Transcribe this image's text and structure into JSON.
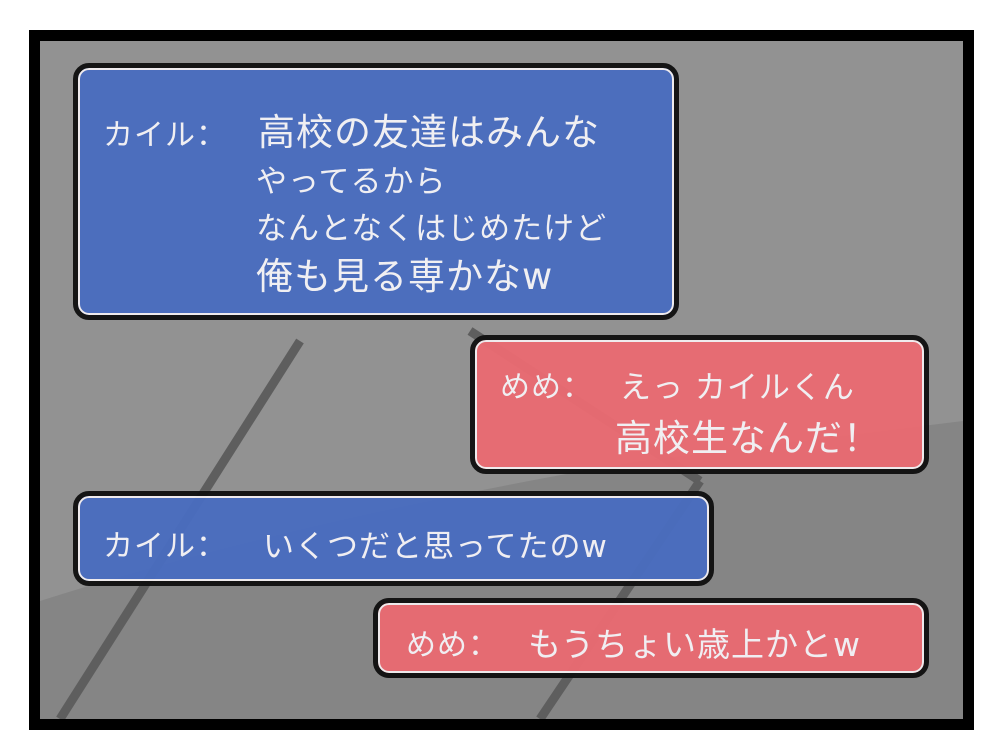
{
  "colors": {
    "panel_background": "#929292",
    "panel_border": "#000000",
    "kyle_bubble": "#4a6dbf",
    "meme_bubble": "#e96b72",
    "text": "#f4f2f6"
  },
  "messages": [
    {
      "speaker": "カイル：",
      "side": "left",
      "color": "blue",
      "lines": [
        "高校の友達はみんな",
        "やってるから",
        "なんとなくはじめたけど",
        "俺も見る専かなw"
      ]
    },
    {
      "speaker": "めめ：",
      "side": "right",
      "color": "red",
      "lines": [
        "えっ カイルくん",
        "高校生なんだ！"
      ]
    },
    {
      "speaker": "カイル：",
      "side": "left",
      "color": "blue",
      "lines": [
        "いくつだと思ってたのw"
      ]
    },
    {
      "speaker": "めめ：",
      "side": "right",
      "color": "red",
      "lines": [
        "もうちょい歳上かとw"
      ]
    }
  ]
}
